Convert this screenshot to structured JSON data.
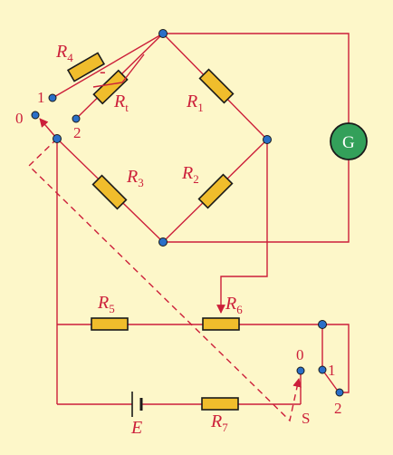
{
  "labels": {
    "R4": "R",
    "R4_sub": "4",
    "Rt": "R",
    "Rt_sub": "t",
    "R1": "R",
    "R1_sub": "1",
    "R3": "R",
    "R3_sub": "3",
    "R2": "R",
    "R2_sub": "2",
    "R5": "R",
    "R5_sub": "5",
    "R6": "R",
    "R6_sub": "6",
    "R7": "R",
    "R7_sub": "7",
    "E": "E",
    "G": "G",
    "S": "S",
    "minus": "-"
  },
  "left_switch": {
    "pos0": "0",
    "pos1": "1",
    "pos2": "2"
  },
  "right_switch": {
    "pos0": "0",
    "pos1": "1",
    "pos2": "2"
  },
  "colors": {
    "background": "#fdf7c9",
    "wire": "#cc1f3a",
    "resistor": "#f0bd2c",
    "node": "#2a6fc8",
    "galvanometer": "#33a05a"
  }
}
